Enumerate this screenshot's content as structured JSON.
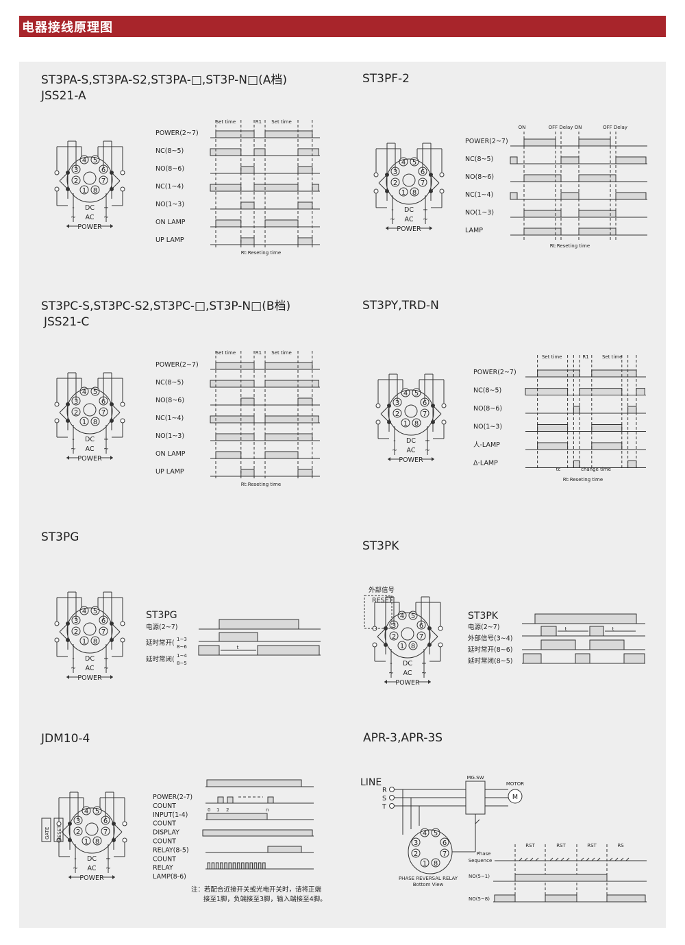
{
  "header": {
    "title": "电器接线原理图"
  },
  "strings": {
    "power": "POWER",
    "dc": "DC",
    "ac": "AC",
    "plus": "+",
    "minus": "-",
    "tilde": "~",
    "set_time": "Set time",
    "r1": "R1",
    "t": "t",
    "tc": "tc",
    "change_time": "change time",
    "on": "ON",
    "off_delay_on": "OFF Delay ON",
    "off_delay": "OFF Delay",
    "rt": "Rt:Reseting time",
    "zero": "0",
    "one": "1",
    "two": "2",
    "n": "n",
    "pins": [
      "1",
      "2",
      "3",
      "4",
      "5",
      "6",
      "7",
      "8"
    ]
  },
  "sections": [
    {
      "id": "st3pa",
      "title1": "ST3PA-S,ST3PA-S2,ST3PA-□,ST3P-N□(A档)",
      "title2": "JSS21-A",
      "labels": [
        "POWER(2~7)",
        "NC(8~5)",
        "NO(8~6)",
        "NC(1~4)",
        "NO(1~3)",
        "ON LAMP",
        "UP LAMP"
      ]
    },
    {
      "id": "st3pf2",
      "title1": "ST3PF-2",
      "labels": [
        "POWER(2~7)",
        "NC(8~5)",
        "NO(8~6)",
        "NC(1~4)",
        "NO(1~3)",
        "LAMP"
      ]
    },
    {
      "id": "st3pc",
      "title1": "ST3PC-S,ST3PC-S2,ST3PC-□,ST3P-N□(B档)",
      "title2": "JSS21-C",
      "labels": [
        "POWER(2~7)",
        "NC(8~5)",
        "NO(8~6)",
        "NC(1~4)",
        "NO(1~3)",
        "ON LAMP",
        "UP LAMP"
      ]
    },
    {
      "id": "st3py",
      "title1": "ST3PY,TRD-N",
      "labels": [
        "POWER(2~7)",
        "NC(8~5)",
        "NO(8~6)",
        "NO(1~3)",
        "人-LAMP",
        "Δ-LAMP"
      ]
    },
    {
      "id": "st3pg",
      "title1": "ST3PG",
      "inner_title": "ST3PG",
      "labels": [
        "电源(2~7)",
        "延时常开",
        "延时常闭"
      ],
      "sub1": "1~3",
      "sub2": "8~6",
      "sub3": "1~4",
      "sub4": "8~5"
    },
    {
      "id": "st3pk",
      "title1": "ST3PK",
      "inner_title": "ST3PK",
      "ext_signal": "外部信号",
      "reset": "RESET",
      "labels": [
        "电源(2~7)",
        "外部信号(3~4)",
        "延时常开(8~6)",
        "延时常闭(8~5)"
      ]
    },
    {
      "id": "jdm10",
      "title1": "JDM10-4",
      "gate": "GATE",
      "reset": "RESET",
      "labels": [
        "POWER(2-7)",
        "COUNT",
        "INPUT(1-4)",
        "COUNT",
        "DISPLAY",
        "COUNT",
        "RELAY(8-5)",
        "COUNT",
        "RELAY",
        "LAMP(8-6)"
      ],
      "note1": "注：若配合近接开关或光电开关时，请将正端",
      "note2": "接至1脚，负端接至3脚，输入端接至4脚。"
    },
    {
      "id": "apr3",
      "title1": "APR-3,APR-3S",
      "line": "LINE",
      "r": "R",
      "s": "S",
      "tt": "T",
      "mgsw": "MG.SW",
      "motor": "MOTOR",
      "m": "M",
      "relay1": "PHASE REVERSAL RELAY",
      "relay2": "Bottom View",
      "phase1": "Phase",
      "phase2": "Sequence",
      "no51": "NO(5~1)",
      "no58": "NO(5~8)",
      "rst1": "RST",
      "rst2": "RST",
      "rst3": "RST",
      "rs": "RS"
    }
  ]
}
